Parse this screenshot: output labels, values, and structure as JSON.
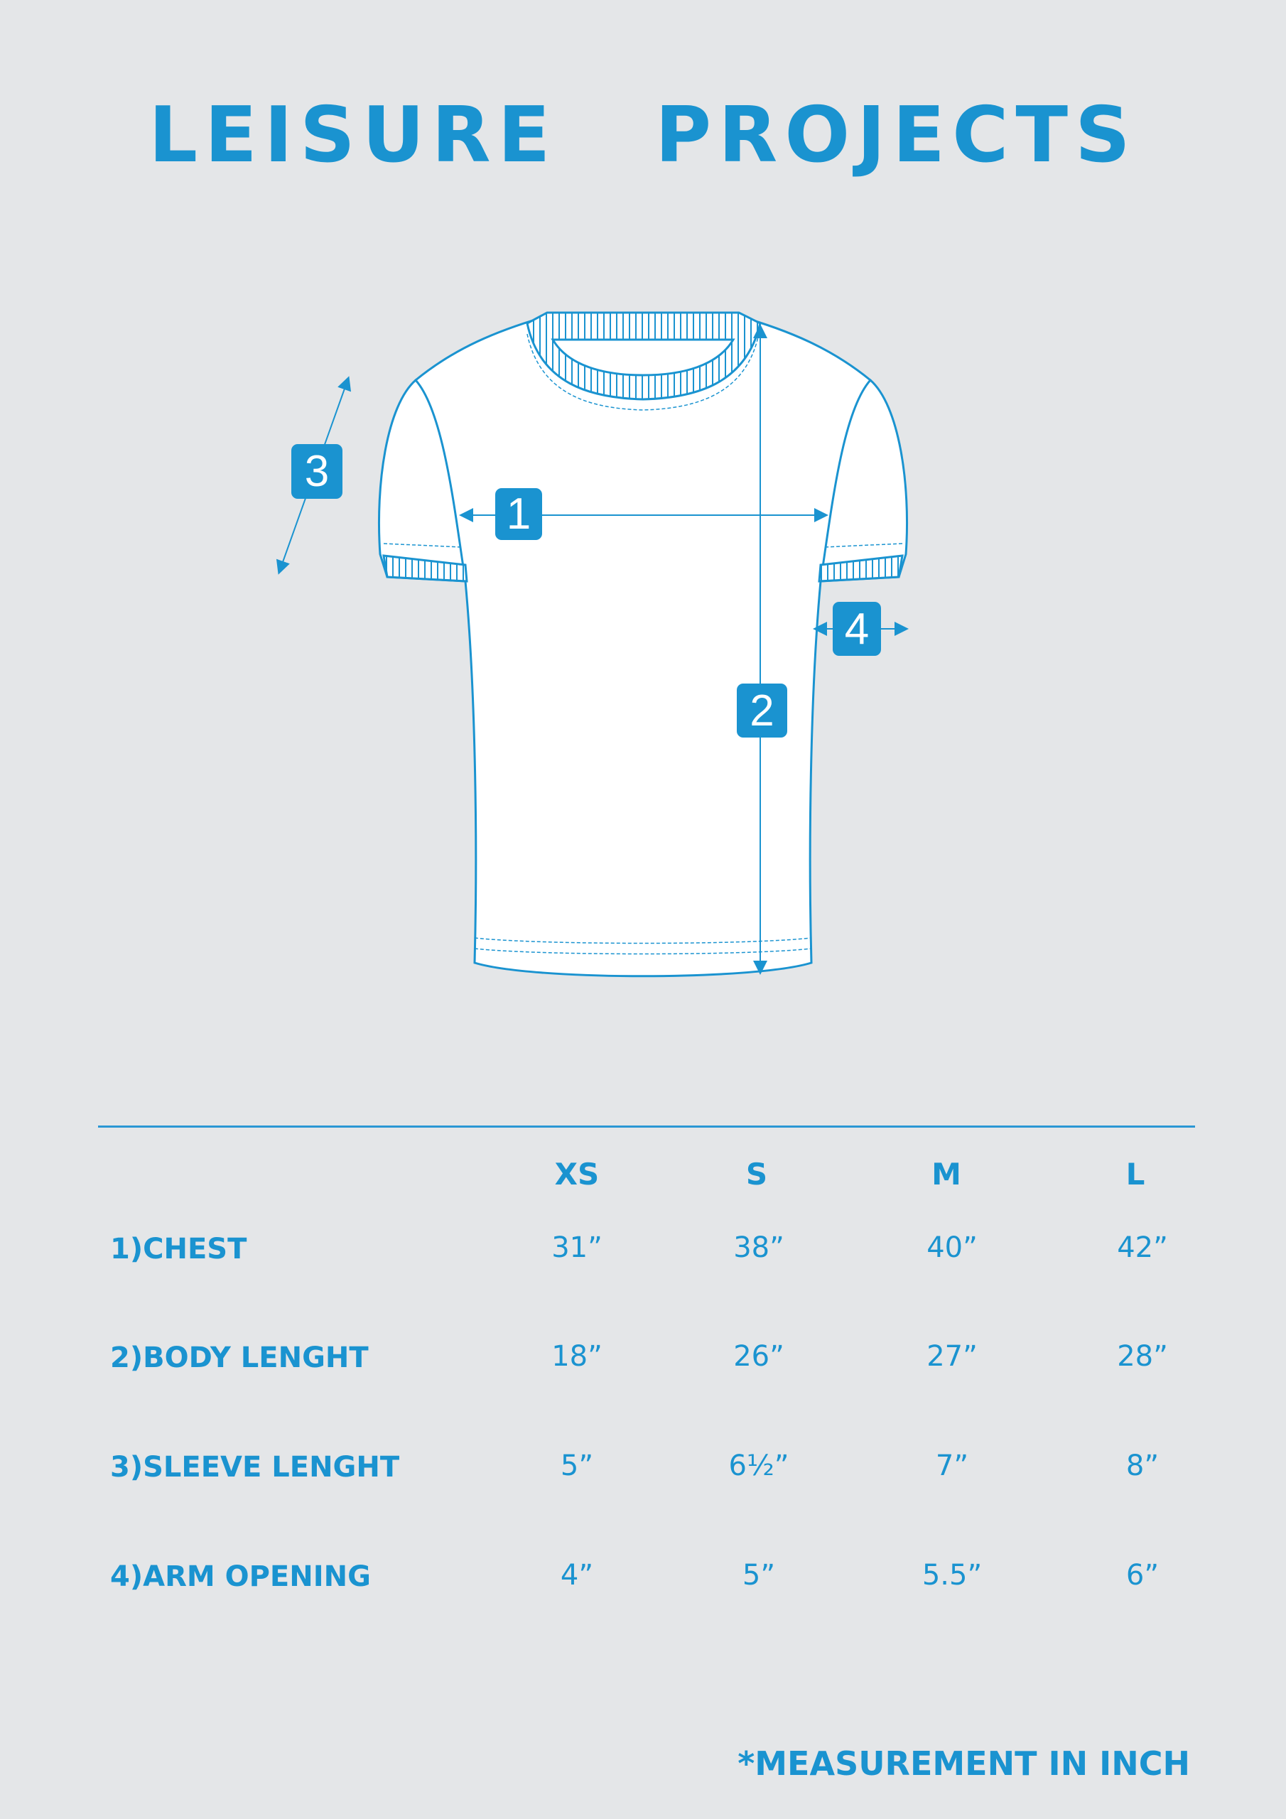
{
  "brand": {
    "title": "LEISURE PROJECTS"
  },
  "diagram": {
    "badges": [
      "1",
      "2",
      "3",
      "4"
    ]
  },
  "table": {
    "sizes": [
      "XS",
      "S",
      "M",
      "L"
    ],
    "rows": [
      {
        "label": "1)CHEST",
        "values": [
          "31”",
          "38”",
          "40”",
          "42”"
        ]
      },
      {
        "label": "2)BODY LENGHT",
        "values": [
          "18”",
          "26”",
          "27”",
          "28”"
        ]
      },
      {
        "label": "3)SLEEVE LENGHT",
        "values": [
          "5”",
          "6½”",
          "7”",
          "8”"
        ]
      },
      {
        "label": "4)ARM OPENING",
        "values": [
          "4”",
          "5”",
          "5.5”",
          "6”"
        ]
      }
    ]
  },
  "footer": {
    "note": "*MEASUREMENT IN INCH"
  },
  "colors": {
    "accent": "#1a93d0",
    "background": "#e4e6e8"
  }
}
